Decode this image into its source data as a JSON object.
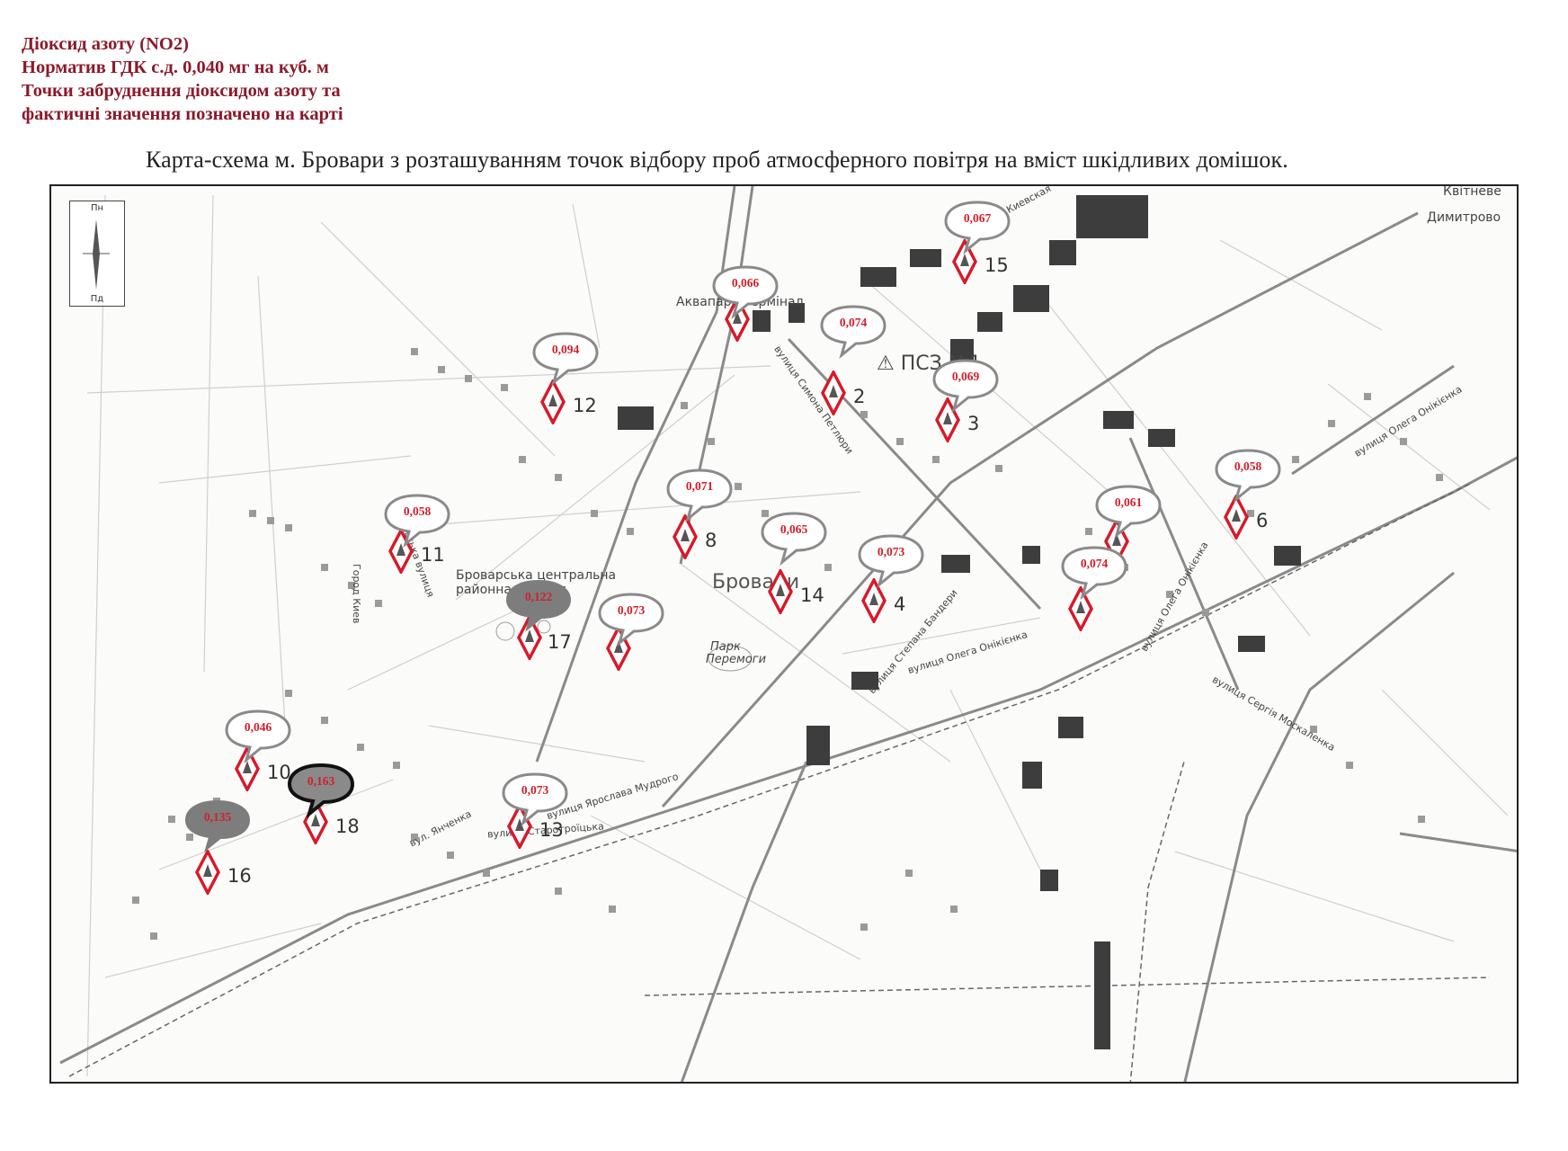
{
  "header": {
    "line1": "Діоксид азоту (NO2)",
    "line2": "Норматив ГДК с.д. 0,040 мг на куб. м",
    "line3": "Точки забруднення діоксидом азоту та",
    "line4": "фактичні значення позначено на карті"
  },
  "map_title": "Карта-схема м. Бровари з розташуванням точок відбору проб атмосферного повітря на вміст шкідливих домішок.",
  "compass": {
    "top_label": "Пн",
    "bottom_label": "Пд"
  },
  "map_labels": {
    "aquapark": "Аквапарк Термінал",
    "psz": "ПСЗ №1",
    "brovary": "Бровари",
    "hospital_1": "Броварська центральна",
    "hospital_2": "районна лікарня",
    "park_1": "Парк",
    "park_2": "Перемоги",
    "kvitneve": "Квітневе",
    "dymytrovo": "Димитрово",
    "kyivska": "Киевская",
    "horod_kyiv": "Город Киев",
    "kyivska_street": "Київська вулиця",
    "street_symona": "вулиця Симона Петлюри",
    "street_onikienka_1": "вулиця Олега Онікієнка",
    "street_onikienka_2": "вулиця Олега Онікієнка",
    "street_onikienka_3": "вулиця Олега Онікієнка",
    "street_mudroho": "вулиця Ярослава Мудрого",
    "street_starotroitska": "вулиця Старотроїцька",
    "street_serhiia": "вулиця Сергія Москаленка",
    "street_stepana": "вулиця Степана Бандери",
    "street_yanchenka": "вул. Янченка"
  },
  "measurement_points": [
    {
      "id": "15",
      "value": "0,067",
      "highlight": "normal"
    },
    {
      "id": "",
      "value": "0,066",
      "highlight": "normal"
    },
    {
      "id": "2",
      "value": "0,074",
      "highlight": "normal"
    },
    {
      "id": "3",
      "value": "0,069",
      "highlight": "normal"
    },
    {
      "id": "12",
      "value": "0,094",
      "highlight": "normal"
    },
    {
      "id": "8",
      "value": "0,071",
      "highlight": "normal"
    },
    {
      "id": "11",
      "value": "0,058",
      "highlight": "normal"
    },
    {
      "id": "14",
      "value": "0,065",
      "highlight": "normal"
    },
    {
      "id": "4",
      "value": "0,073",
      "highlight": "normal"
    },
    {
      "id": "6",
      "value": "0,058",
      "highlight": "normal"
    },
    {
      "id": "",
      "value": "0,061",
      "highlight": "normal"
    },
    {
      "id": "",
      "value": "0,074",
      "highlight": "normal"
    },
    {
      "id": "17",
      "value": "0,122",
      "highlight": "high"
    },
    {
      "id": "",
      "value": "0,073",
      "highlight": "normal"
    },
    {
      "id": "10",
      "value": "0,046",
      "highlight": "normal"
    },
    {
      "id": "18",
      "value": "0,163",
      "highlight": "critical"
    },
    {
      "id": "13",
      "value": "0,073",
      "highlight": "normal"
    },
    {
      "id": "16",
      "value": "0,135",
      "highlight": "high"
    }
  ],
  "colors": {
    "header_text": "#8b1a2b",
    "marker_red": "#d61a2a",
    "value_red": "#d0202a",
    "bubble_normal_fill": "#ffffff",
    "bubble_high_fill": "#7d7d7d",
    "bubble_critical_fill": "#8a8a8a",
    "bubble_outline": "#8a8a8a"
  }
}
